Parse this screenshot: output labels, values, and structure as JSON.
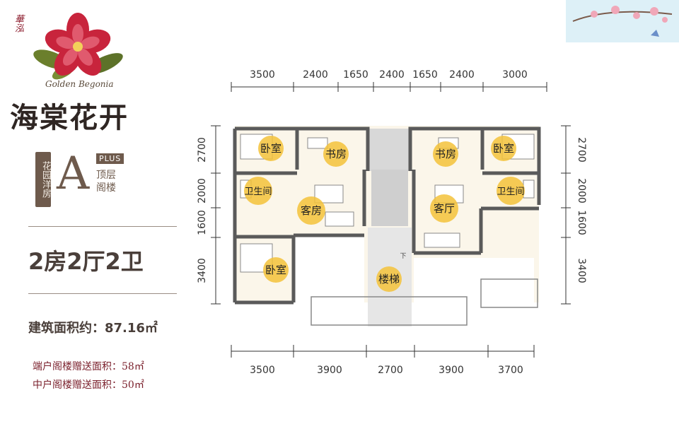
{
  "brand": {
    "seal": "華泓",
    "name_en": "Golden Begonia",
    "name_cn": "海棠花开"
  },
  "unit_type": {
    "vertical_label": "花园洋房",
    "letter": "A",
    "plus": "PLUS",
    "sub": "顶层阁楼"
  },
  "layout_title": "2房2厅2卫",
  "area": {
    "label": "建筑面积约：",
    "value": "87.16㎡"
  },
  "bonus": [
    {
      "label": "端户阁楼赠送面积：",
      "value": "58㎡"
    },
    {
      "label": "中户阁楼赠送面积：",
      "value": "50㎡"
    }
  ],
  "plan": {
    "top_dims": [
      "3500",
      "2400",
      "1650",
      "2400",
      "1650",
      "2400",
      "3000"
    ],
    "bottom_dims": [
      "3500",
      "3900",
      "2700",
      "3900",
      "3700"
    ],
    "left_dims": [
      "2700",
      "2000",
      "1600",
      "3400"
    ],
    "right_dims": [
      "2700",
      "2000",
      "1600",
      "3400"
    ],
    "rooms": {
      "bedroom_tl": "卧室",
      "study_l": "书房",
      "study_r": "书房",
      "bedroom_tr": "卧室",
      "bath_l": "卫生间",
      "guest_room": "客房",
      "living": "客厅",
      "bath_r": "卫生间",
      "bedroom_bl": "卧室",
      "stairs": "楼梯",
      "stair_note": "下"
    },
    "colors": {
      "label_dot": "#f3c23a",
      "wall": "#5a5a5a",
      "floor": "#fbf6ea"
    }
  }
}
